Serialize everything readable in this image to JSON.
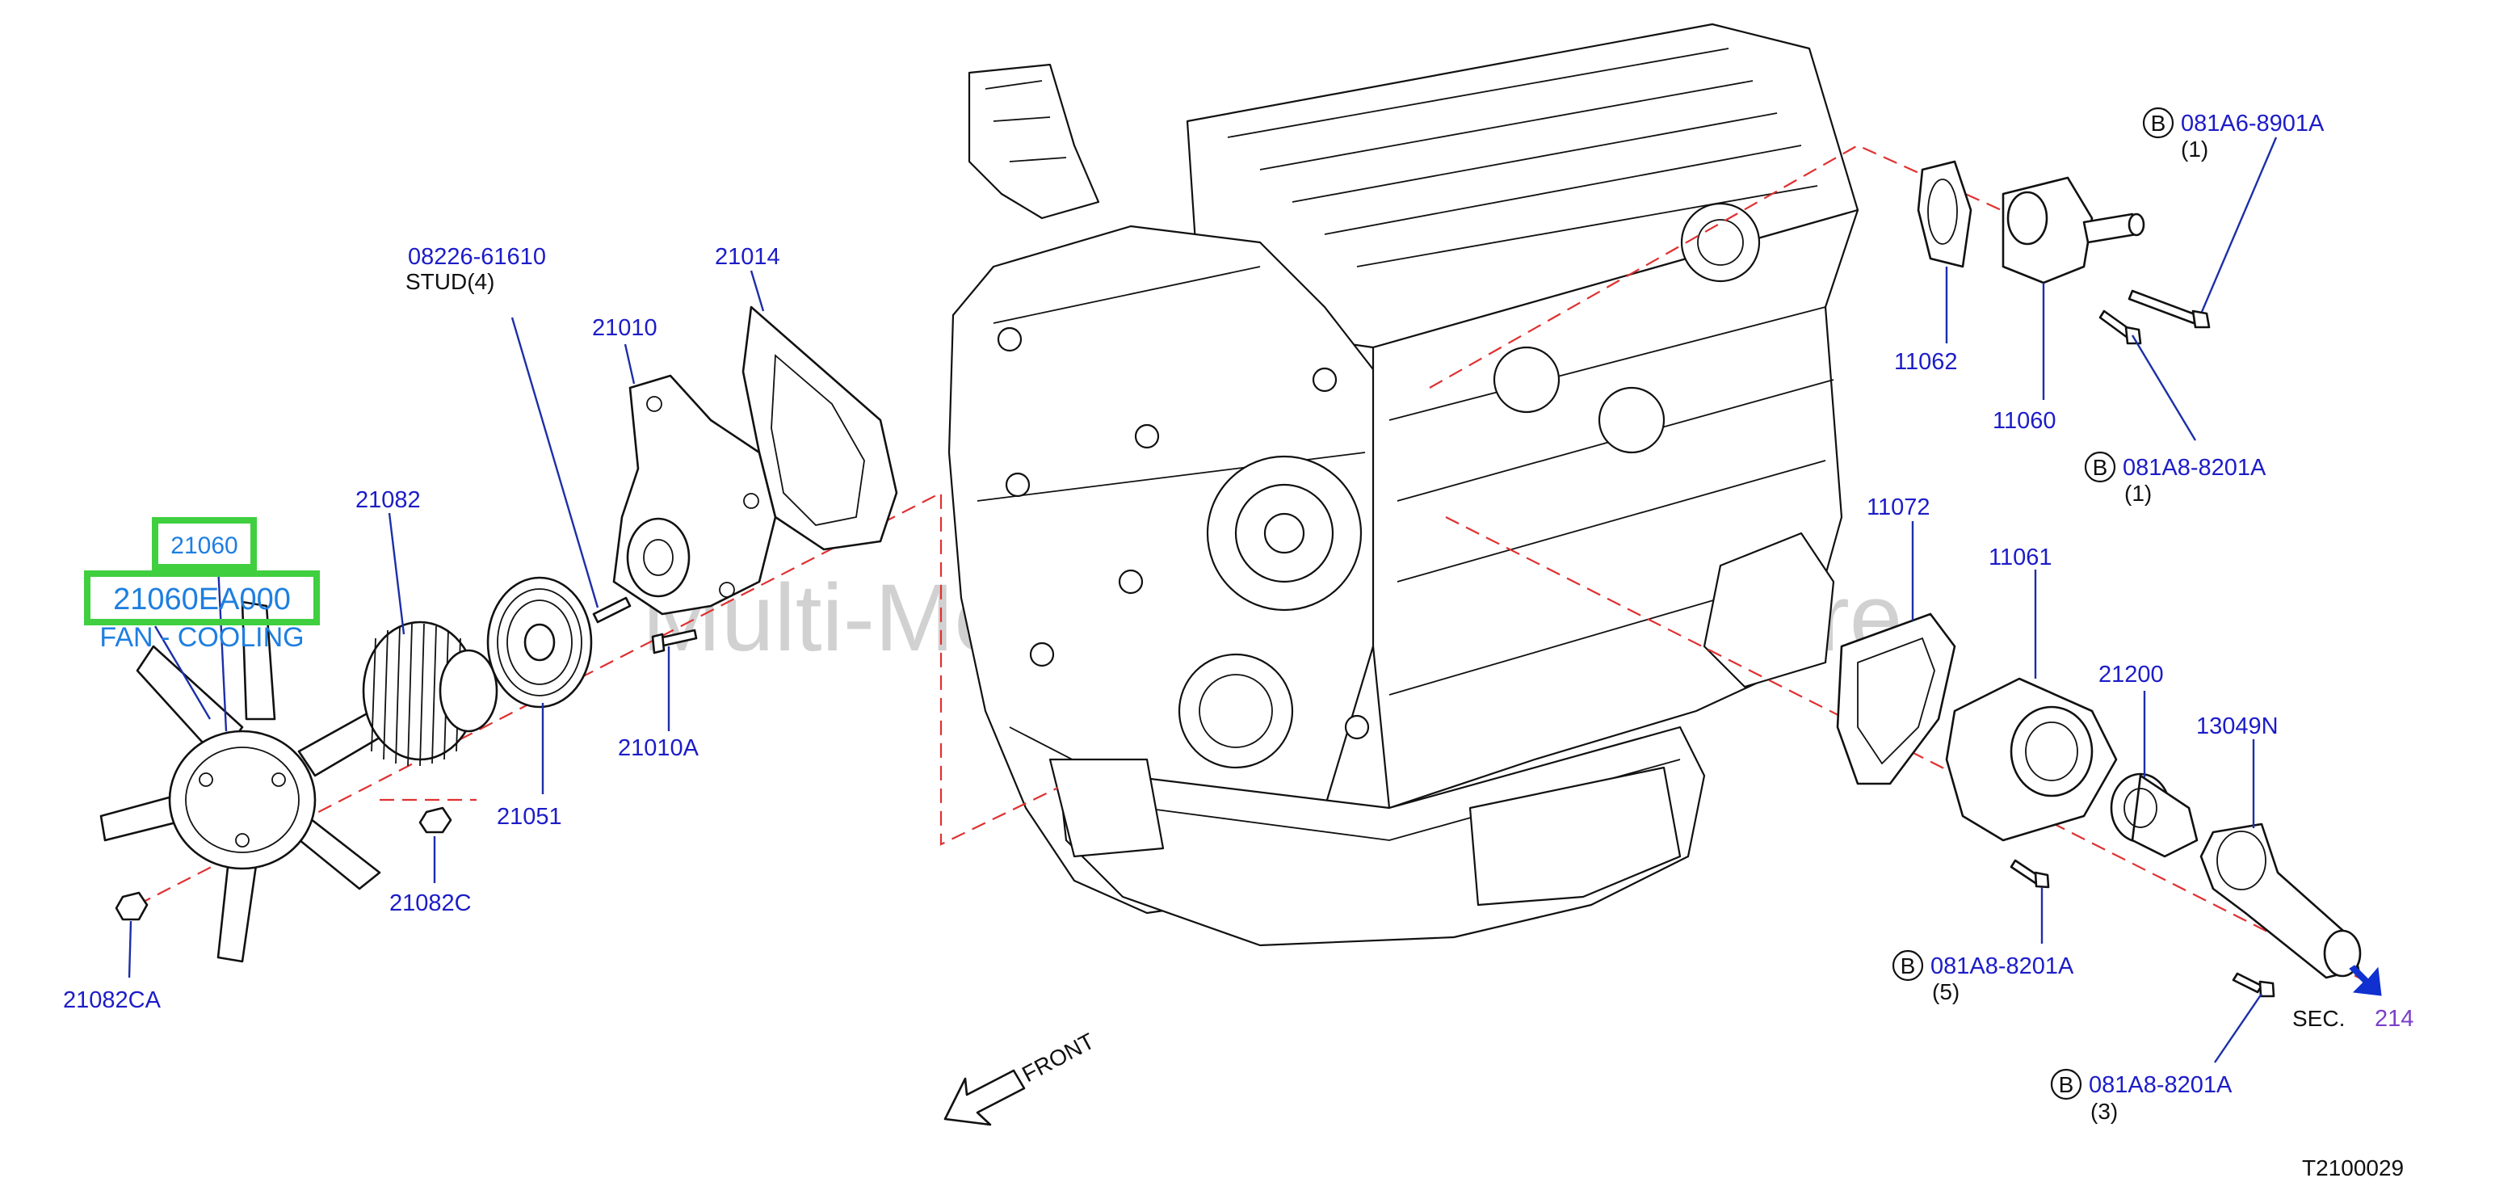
{
  "watermark": "Multi-Merchant Auto Partstore",
  "diagram_code": "T2100029",
  "front_label": "FRONT",
  "sec": {
    "label": "SEC.",
    "number": "214"
  },
  "bolt_prefix": "B",
  "highlight": {
    "part_number": "21060",
    "catalog_number": "21060EA000",
    "description": "FAN - COOLING",
    "highlight_color": "#3fcf3f",
    "text_color": "#1e7fe0"
  },
  "parts": {
    "p21060": "21060",
    "p08226": "08226-61610",
    "stud": "STUD(4)",
    "p21014": "21014",
    "p21010": "21010",
    "p21082": "21082",
    "p21010A": "21010A",
    "p21051": "21051",
    "p21082C": "21082C",
    "p21082CA": "21082CA",
    "p081A6_8901A": "081A6-8901A",
    "qty1a": "(1)",
    "p11062": "11062",
    "p11060": "11060",
    "p081A8_8201A_top": "081A8-8201A",
    "qty1b": "(1)",
    "p11072": "11072",
    "p11061": "11061",
    "p21200": "21200",
    "p13049N": "13049N",
    "p081A8_8201A_mid": "081A8-8201A",
    "qty5": "(5)",
    "p081A8_8201A_bot": "081A8-8201A",
    "qty3": "(3)"
  },
  "colors": {
    "part_number": "#1c1cc8",
    "leader": "#1c2fa8",
    "dashed_axis": "#e03030",
    "sec_arrow": "#1030d0",
    "sec_number": "#7b3fc8"
  }
}
